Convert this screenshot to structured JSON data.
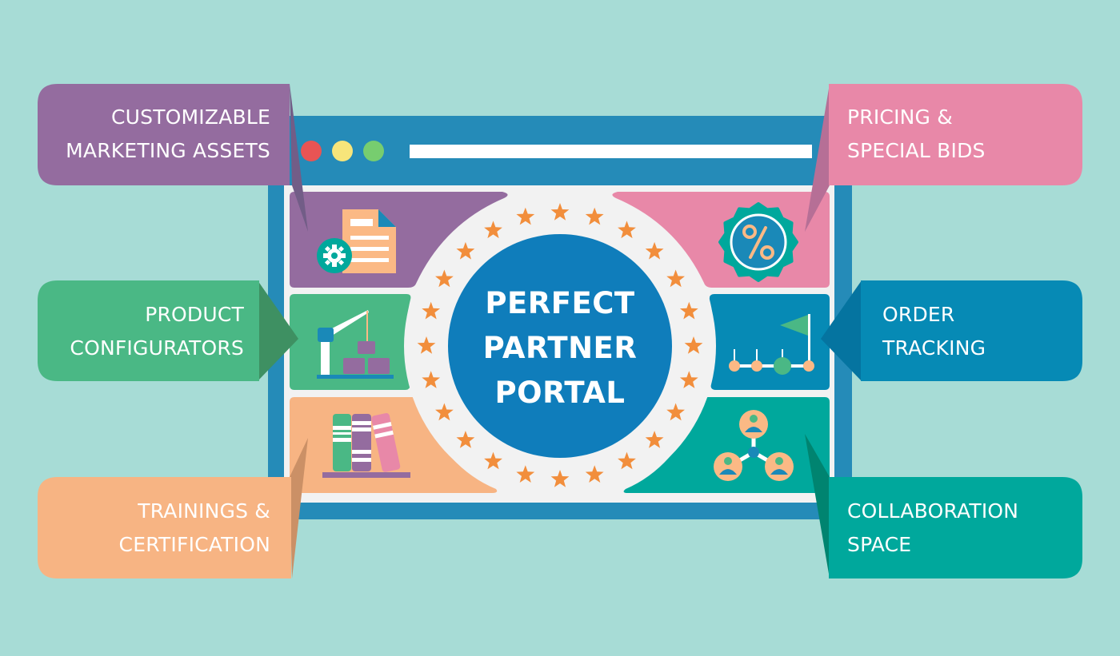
{
  "colors": {
    "background": "#a7dcd6",
    "window_frame": "#258bb8",
    "window_content": "#f2f2f2",
    "center_circle": "#0f7dbb",
    "star": "#f28e3c",
    "purple": "#946c9f",
    "green": "#4ab885",
    "orange": "#f7b483",
    "pink": "#e888a8",
    "blue": "#068ab5",
    "teal": "#00a89c"
  },
  "browser_window": {
    "dots": [
      {
        "name": "close",
        "color": "#e85454"
      },
      {
        "name": "minimize",
        "color": "#f7e57a"
      },
      {
        "name": "maximize",
        "color": "#77cd6f"
      }
    ],
    "address_bar": ""
  },
  "center": {
    "line1": "PERFECT",
    "line2": "PARTNER",
    "line3": "PORTAL",
    "star_count": 24
  },
  "features": {
    "left": [
      {
        "id": "marketing",
        "line1": "CUSTOMIZABLE",
        "line2": "MARKETING ASSETS",
        "icon": "document-gear-icon",
        "color": "#946c9f"
      },
      {
        "id": "configurators",
        "line1": "PRODUCT",
        "line2": "CONFIGURATORS",
        "icon": "crane-icon",
        "color": "#4ab885"
      },
      {
        "id": "trainings",
        "line1": "TRAININGS &",
        "line2": "CERTIFICATION",
        "icon": "books-icon",
        "color": "#f7b483"
      }
    ],
    "right": [
      {
        "id": "pricing",
        "line1": "PRICING &",
        "line2": "SPECIAL BIDS",
        "icon": "percent-badge-icon",
        "color": "#e888a8"
      },
      {
        "id": "tracking",
        "line1": "ORDER",
        "line2": "TRACKING",
        "icon": "timeline-flag-icon",
        "color": "#068ab5"
      },
      {
        "id": "collaboration",
        "line1": "COLLABORATION",
        "line2": "SPACE",
        "icon": "people-network-icon",
        "color": "#00a89c"
      }
    ]
  }
}
